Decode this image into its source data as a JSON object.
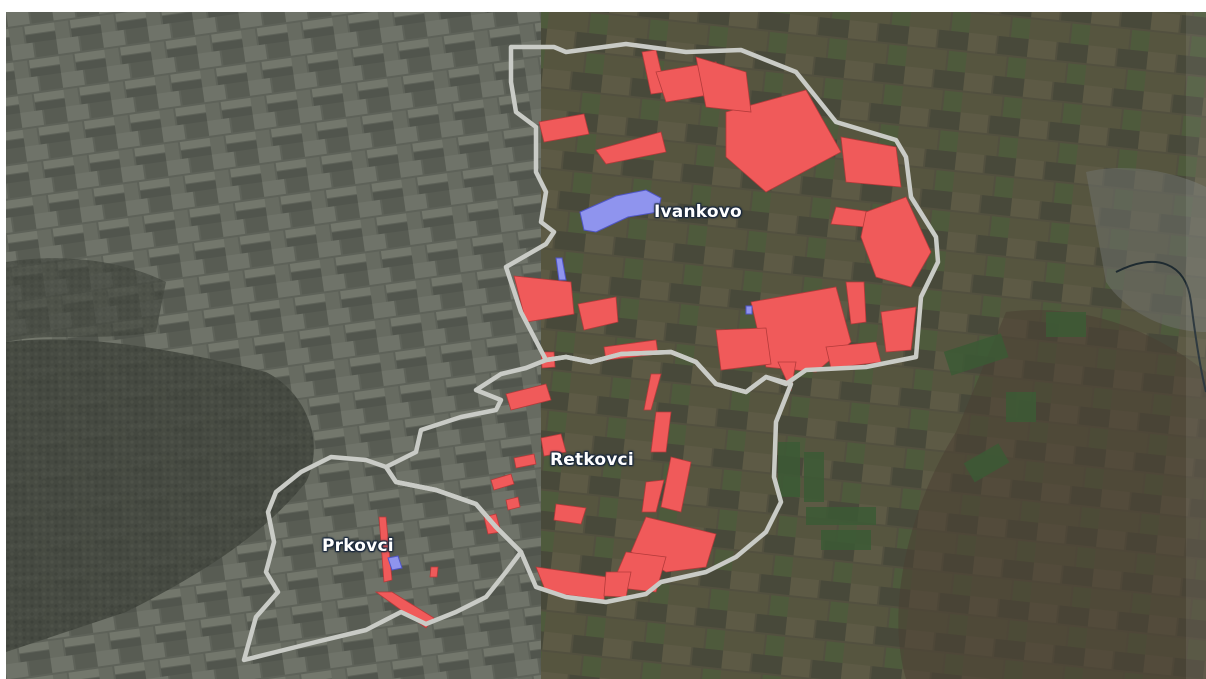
{
  "map": {
    "settlements": [
      {
        "key": "ivankovo",
        "label": "Ivankovo"
      },
      {
        "key": "retkovci",
        "label": "Retkovci"
      },
      {
        "key": "prkovci",
        "label": "Prkovci"
      }
    ],
    "colors": {
      "boundary": "#c9cbc6",
      "highlight_red": "#f05a5a",
      "highlight_blue": "#8f94ee",
      "imagery_left": "#5a5e55",
      "imagery_right": "#4f4a3b"
    }
  }
}
